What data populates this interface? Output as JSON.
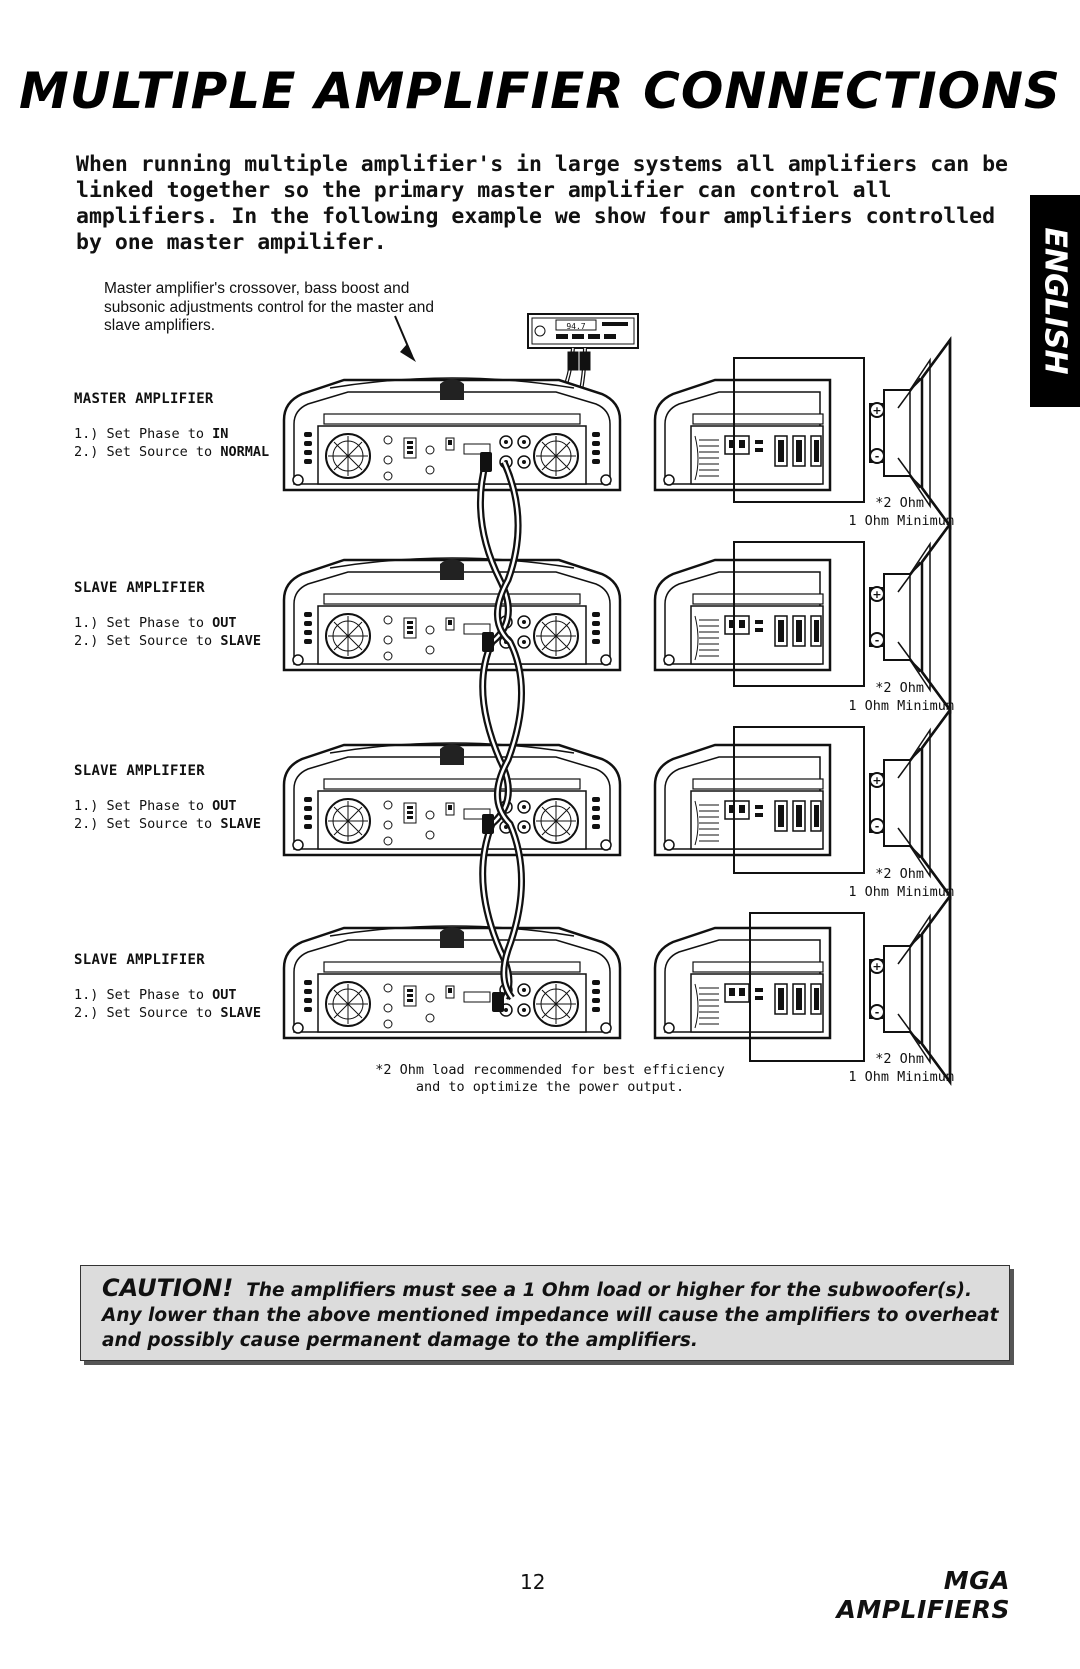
{
  "title": "MULTIPLE AMPLIFIER CONNECTIONS",
  "intro": "When running multiple amplifier's in large systems all amplifiers can be linked together so the primary master amplifier can control all amplifiers. In the following example we show four amplifiers controlled by one master ampilifer.",
  "language_tab": "ENGLISH",
  "callout": "Master amplifier's crossover,  bass boost and subsonic adjustments control for the master and slave amplifiers.",
  "head_unit_display": "94.7",
  "amplifiers": [
    {
      "heading": "MASTER  AMPLIFIER",
      "step1_prefix": "1.) Set Phase to ",
      "step1_value": "IN",
      "step2_prefix": "2.) Set Source to ",
      "step2_value": "NORMAL"
    },
    {
      "heading": "SLAVE AMPLIFIER",
      "step1_prefix": "1.) Set Phase to ",
      "step1_value": "OUT",
      "step2_prefix": "2.) Set Source to ",
      "step2_value": "SLAVE"
    },
    {
      "heading": "SLAVE AMPLIFIER",
      "step1_prefix": "1.) Set Phase to ",
      "step1_value": "OUT",
      "step2_prefix": "2.) Set Source to ",
      "step2_value": "SLAVE"
    },
    {
      "heading": "SLAVE AMPLIFIER",
      "step1_prefix": "1.) Set Phase to ",
      "step1_value": "OUT",
      "step2_prefix": "2.) Set Source to ",
      "step2_value": "SLAVE"
    }
  ],
  "speaker_loads": [
    {
      "recommended": "*2 Ohm",
      "minimum": "1 Ohm Minimum"
    },
    {
      "recommended": "*2 Ohm",
      "minimum": "1 Ohm Minimum"
    },
    {
      "recommended": "*2 Ohm",
      "minimum": "1 Ohm Minimum"
    },
    {
      "recommended": "*2 Ohm",
      "minimum": "1 Ohm Minimum"
    }
  ],
  "footnote": "*2 Ohm load recommended for best efficiency and to optimize the power output.",
  "caution": {
    "word": "CAUTION!",
    "text": "The amplifiers must see a 1 Ohm load or higher for the subwoofer(s).  Any lower than the above mentioned impedance will cause the amplifiers to overheat and possibly cause permanent damage to the amplifiers."
  },
  "page_number": "12",
  "brand": "MGA AMPLIFIERS"
}
